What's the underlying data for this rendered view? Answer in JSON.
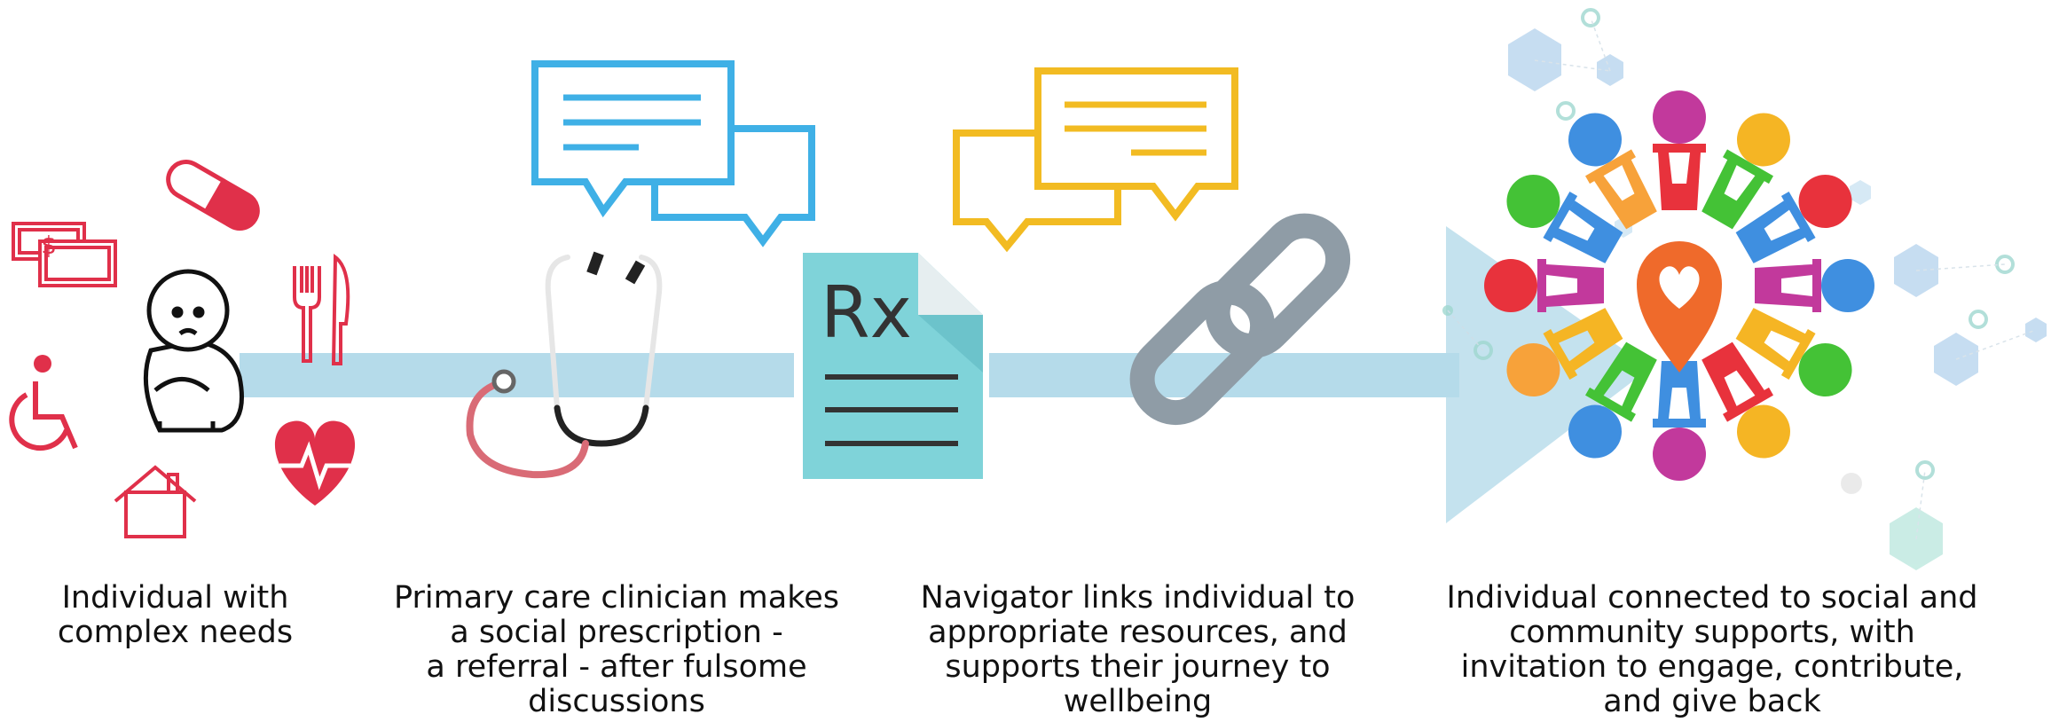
{
  "diagram": {
    "steps": [
      {
        "id": "step-individual",
        "caption_lines": [
          "Individual with",
          "complex needs"
        ]
      },
      {
        "id": "step-clinician",
        "caption_lines": [
          "Primary care clinician makes",
          "a social prescription -",
          "a referral - after fulsome",
          "discussions"
        ]
      },
      {
        "id": "step-navigator",
        "caption_lines": [
          "Navigator links individual to",
          "appropriate resources, and",
          "supports their journey to",
          "wellbeing"
        ]
      },
      {
        "id": "step-connected",
        "caption_lines": [
          "Individual connected to social and",
          "community supports, with",
          "invitation to engage, contribute,",
          "and give back"
        ]
      }
    ],
    "prescription_symbol": "Rx",
    "money_symbol": "$",
    "colors": {
      "flow_bar": "#b5dbea",
      "needs_red": "#e0304a",
      "chat_blue": "#3fb0e6",
      "chat_yellow": "#f2bb22",
      "rx_teal": "#7fd3d9",
      "chain_gray": "#8f9ca6",
      "pin_orange": "#ef6a2b"
    },
    "icons": [
      "money-icon",
      "pill-icon",
      "cutlery-icon",
      "wheelchair-icon",
      "heartbeat-icon",
      "house-icon",
      "sad-person-icon",
      "stethoscope-icon",
      "chat-bubbles-icon",
      "prescription-icon",
      "chain-link-icon",
      "community-circle-icon",
      "heart-pin-icon"
    ]
  }
}
